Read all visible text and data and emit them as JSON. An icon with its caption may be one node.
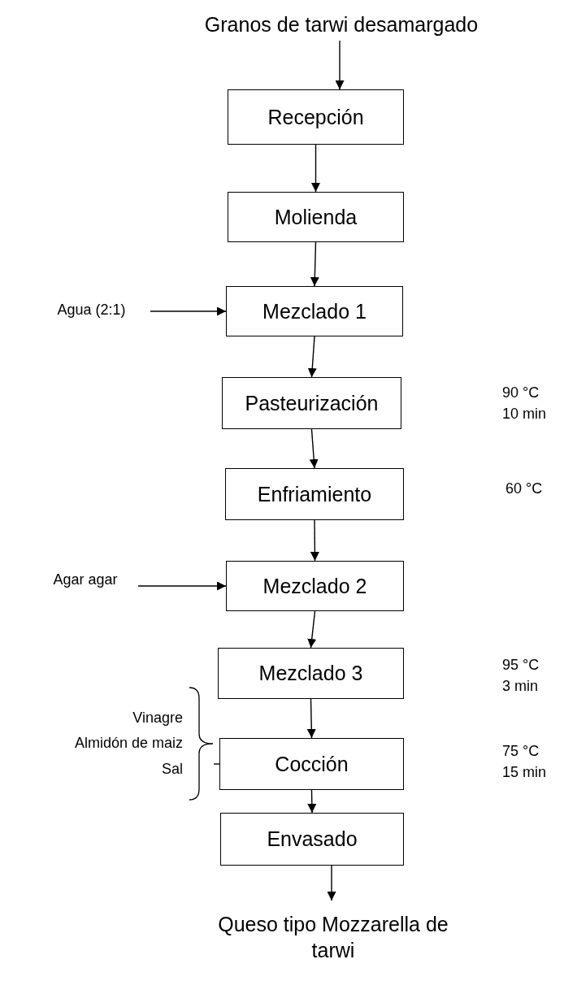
{
  "diagram": {
    "nodes": [
      {
        "text": [
          "Granos de tarwi desamargado"
        ]
      },
      {
        "text": [
          "Recepción"
        ]
      },
      {
        "text": [
          "Molienda"
        ]
      },
      {
        "text": [
          "Agua (2:1)"
        ]
      },
      {
        "text": [
          "Mezclado 1"
        ]
      },
      {
        "text": [
          "Pasteurización"
        ]
      },
      {
        "text": [
          "Enfriamiento"
        ]
      },
      {
        "text": [
          "Agar agar"
        ]
      },
      {
        "text": [
          "Mezclado 2"
        ]
      },
      {
        "text": [
          "Mezclado 3"
        ]
      },
      {
        "text": [
          "Vinagre",
          "Almidón de maiz",
          "Sal"
        ]
      },
      {
        "text": [
          "Cocción"
        ]
      },
      {
        "text": [
          "Envasado"
        ]
      },
      {
        "text": [
          "Queso tipo Mozzarella de tarwi"
        ]
      }
    ],
    "edges": [
      {
        "from": 0,
        "to": 1,
        "arrow": "to"
      },
      {
        "from": 1,
        "to": 2,
        "arrow": "to"
      },
      {
        "from": 2,
        "to": 4,
        "arrow": "to"
      },
      {
        "from": 3,
        "to": 4,
        "arrow": "to"
      },
      {
        "from": 4,
        "to": 5,
        "arrow": "to"
      },
      {
        "from": 5,
        "to": 6,
        "arrow": "to"
      },
      {
        "from": 6,
        "to": 8,
        "arrow": "to"
      },
      {
        "from": 7,
        "to": 8,
        "arrow": "to"
      },
      {
        "from": 8,
        "to": 9,
        "arrow": "to"
      },
      {
        "from": 9,
        "to": 11,
        "arrow": "to"
      },
      {
        "from": 10,
        "to": 11,
        "arrow": "none"
      },
      {
        "from": 11,
        "to": 12,
        "arrow": "to"
      },
      {
        "from": 12,
        "to": 13,
        "arrow": "to"
      }
    ],
    "labels": [
      "90 °C",
      "10 min",
      "60 °C",
      "95 °C",
      "3 min",
      "75 °C",
      "15 min"
    ]
  }
}
